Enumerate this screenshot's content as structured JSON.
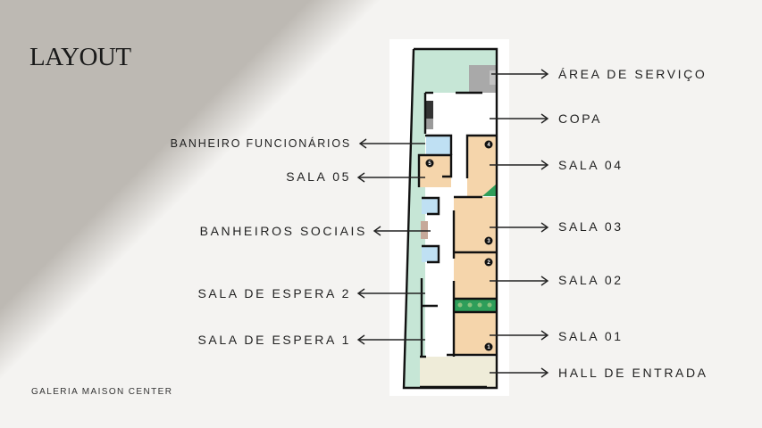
{
  "title": "LAYOUT",
  "footer": "GALERIA MAISON CENTER",
  "colors": {
    "background": "#f4f3f1",
    "corner": "#bdb9b3",
    "garden": "#c6e6d6",
    "room": "#f5d5ab",
    "bathroom": "#bfe0f3",
    "service": "#a9a9a9",
    "hall": "#efecd9",
    "planter": "#2e9e5a",
    "wall": "#111111"
  },
  "labels_right": [
    {
      "id": "area-de-servico",
      "text": "ÁREA DE SERVIÇO"
    },
    {
      "id": "copa",
      "text": "COPA"
    },
    {
      "id": "sala-04",
      "text": "SALA 04"
    },
    {
      "id": "sala-03",
      "text": "SALA 03"
    },
    {
      "id": "sala-02",
      "text": "SALA 02"
    },
    {
      "id": "sala-01",
      "text": "SALA 01"
    },
    {
      "id": "hall-de-entrada",
      "text": "HALL DE ENTRADA"
    }
  ],
  "labels_left": [
    {
      "id": "banheiro-funcionarios",
      "text": "BANHEIRO FUNCIONÁRIOS"
    },
    {
      "id": "sala-05",
      "text": "SALA 05"
    },
    {
      "id": "banheiros-sociais",
      "text": "BANHEIROS SOCIAIS"
    },
    {
      "id": "sala-de-espera-2",
      "text": "SALA DE ESPERA 2"
    },
    {
      "id": "sala-de-espera-1",
      "text": "SALA DE ESPERA 1"
    }
  ],
  "room_numbers": [
    "1",
    "2",
    "3",
    "4",
    "5"
  ]
}
